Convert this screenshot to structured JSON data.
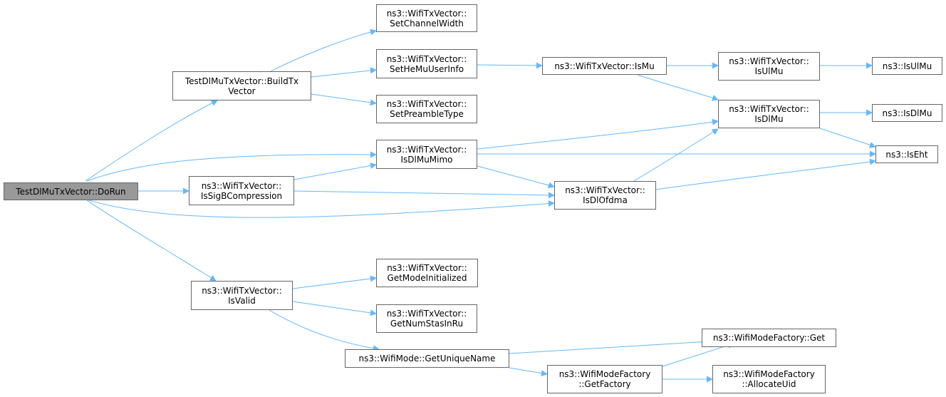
{
  "diagram": {
    "edge_color": "#63b8ff",
    "root_fill": "#999999",
    "nodes": {
      "dorun": {
        "lines": [
          "TestDlMuTxVector::DoRun"
        ]
      },
      "buildtx": {
        "lines": [
          "TestDlMuTxVector::BuildTx",
          "Vector"
        ]
      },
      "setchannelwidth": {
        "lines": [
          "ns3::WifiTxVector::",
          "SetChannelWidth"
        ]
      },
      "sethemuuserinfo": {
        "lines": [
          "ns3::WifiTxVector::",
          "SetHeMuUserInfo"
        ]
      },
      "setpreambletype": {
        "lines": [
          "ns3::WifiTxVector::",
          "SetPreambleType"
        ]
      },
      "ismu": {
        "lines": [
          "ns3::WifiTxVector::IsMu"
        ]
      },
      "isulmu_vec": {
        "lines": [
          "ns3::WifiTxVector::",
          "IsUlMu"
        ]
      },
      "isulmu": {
        "lines": [
          "ns3::IsUlMu"
        ]
      },
      "isdlmu_vec": {
        "lines": [
          "ns3::WifiTxVector::",
          "IsDlMu"
        ]
      },
      "isdlmu": {
        "lines": [
          "ns3::IsDlMu"
        ]
      },
      "iseht": {
        "lines": [
          "ns3::IsEht"
        ]
      },
      "isdlmumimo": {
        "lines": [
          "ns3::WifiTxVector::",
          "IsDlMuMimo"
        ]
      },
      "issigb": {
        "lines": [
          "ns3::WifiTxVector::",
          "IsSigBCompression"
        ]
      },
      "isdlofdma": {
        "lines": [
          "ns3::WifiTxVector::",
          "IsDlOfdma"
        ]
      },
      "isvalid": {
        "lines": [
          "ns3::WifiTxVector::",
          "IsValid"
        ]
      },
      "getmodeinit": {
        "lines": [
          "ns3::WifiTxVector::",
          "GetModeInitialized"
        ]
      },
      "getnumstas": {
        "lines": [
          "ns3::WifiTxVector::",
          "GetNumStasInRu"
        ]
      },
      "getuniquename": {
        "lines": [
          "ns3::WifiMode::GetUniqueName"
        ]
      },
      "factoryget": {
        "lines": [
          "ns3::WifiModeFactory::Get"
        ]
      },
      "getfactory": {
        "lines": [
          "ns3::WifiModeFactory",
          "::GetFactory"
        ]
      },
      "allocateuid": {
        "lines": [
          "ns3::WifiModeFactory",
          "::AllocateUid"
        ]
      }
    }
  }
}
